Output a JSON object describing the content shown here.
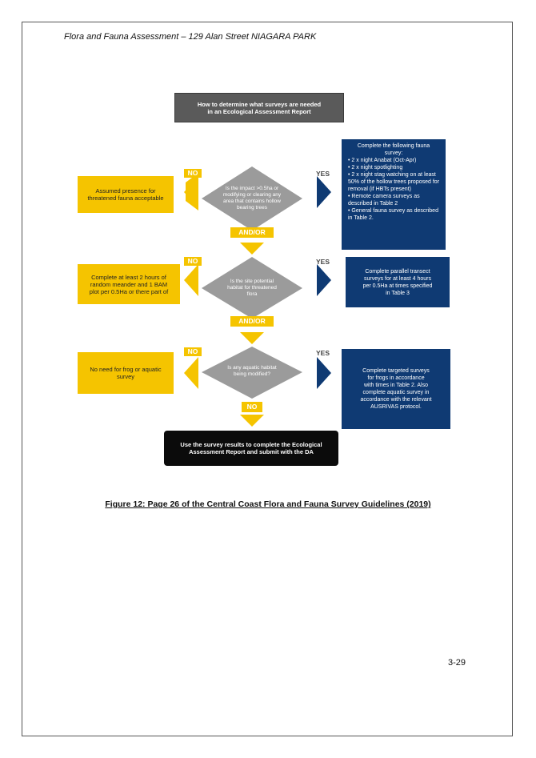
{
  "header": {
    "title": "Flora and Fauna Assessment – 129 Alan Street NIAGARA PARK"
  },
  "flowchart": {
    "title_line1": "How to determine what surveys are needed",
    "title_line2": "in an Ecological Assessment Report",
    "row1": {
      "no_label": "NO",
      "yes_label": "YES",
      "question_lines": [
        "Is the impact >0.5ha or",
        "modifying or clearing any",
        "area that contains hollow",
        "bearing trees"
      ],
      "no_outcome_lines": [
        "Assumed presence for",
        "threatened fauna acceptable"
      ],
      "yes_outcome_intro": "Complete the following fauna survey:",
      "yes_outcome_items": [
        "• 2 x night Anabat (Oct-Apr)",
        "• 2 x night spotlighting",
        "• 2 x night stag watching on at least 50% of the hollow trees proposed for removal (if HBTs present)",
        "• Remote camera surveys as described in Table 2",
        "• General fauna survey as described in Table 2."
      ]
    },
    "andor1": "AND/OR",
    "row2": {
      "no_label": "NO",
      "yes_label": "YES",
      "question_lines": [
        "Is the site potential",
        "habitat for threatened",
        "flora"
      ],
      "no_outcome_lines": [
        "Complete at least 2 hours of",
        "random meander and 1 BAM",
        "plot per 0.5Ha or there part of"
      ],
      "yes_outcome_lines": [
        "Complete parallel transect",
        "surveys for at least 4 hours",
        "per 0.5Ha at times specified",
        "in Table 3"
      ]
    },
    "andor2": "AND/OR",
    "row3": {
      "no_label": "NO",
      "yes_label": "YES",
      "question_lines": [
        "Is any aquatic habitat",
        "being modified?"
      ],
      "no_outcome_lines": [
        "No need for frog or aquatic",
        "survey"
      ],
      "yes_outcome_lines": [
        "Complete targeted surveys",
        "for frogs in accordance",
        "with times in Table 2. Also",
        "complete aquatic survey in",
        "accordance with the relevant",
        "AUSRIVAS protocol."
      ]
    },
    "bottom_no_label": "NO",
    "final_line1": "Use the survey results to complete the Ecological",
    "final_line2": "Assessment Report and submit with the DA"
  },
  "caption": "Figure 12: Page 26 of the Central Coast Flora and Fauna Survey Guidelines (2019)",
  "page_number": "3-29",
  "colors": {
    "yellow": "#f5c400",
    "blue": "#0f3a73",
    "grey": "#9b9b9b",
    "dark_grey": "#5a5a5a",
    "black": "#0b0b0b"
  }
}
